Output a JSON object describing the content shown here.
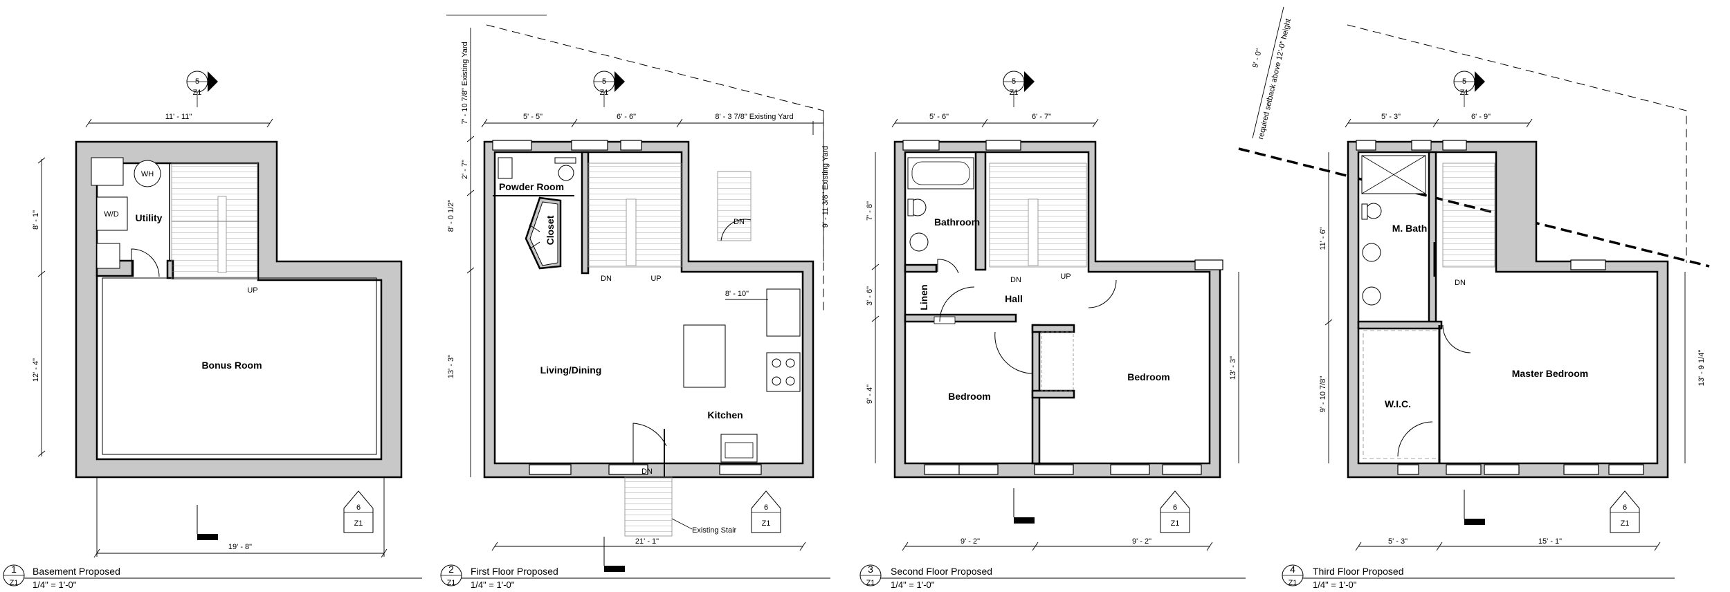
{
  "sheet": {
    "plans": [
      {
        "number": "1",
        "title": "Basement Proposed",
        "scale": "1/4\" = 1'-0\"",
        "sheet_ref": "Z1",
        "rooms": [
          "Utility",
          "Bonus Room"
        ],
        "fixtures": [
          "WH",
          "W/D"
        ],
        "stair_labels": [
          "UP"
        ],
        "dimensions": [
          "11' - 11\"",
          "8' - 1\"",
          "12' - 4\"",
          "19' - 8\""
        ],
        "tags": [
          {
            "num": "5",
            "ref": "Z1"
          },
          {
            "num": "6",
            "ref": "Z1"
          }
        ]
      },
      {
        "number": "2",
        "title": "First Floor Proposed",
        "scale": "1/4\" = 1'-0\"",
        "sheet_ref": "Z1",
        "rooms": [
          "Powder Room",
          "Closet",
          "Living/Dining",
          "Kitchen"
        ],
        "stair_labels": [
          "DN",
          "UP",
          "DN",
          "DN"
        ],
        "notes": [
          "Existing Stair"
        ],
        "dimensions": [
          "7' - 10 7/8\" Existing Yard",
          "5' - 5\"",
          "6' - 6\"",
          "8' - 3 7/8\" Existing Yard",
          "9' - 11 3/8\" Existing Yard",
          "2' - 7\"",
          "8' - 0 1/2\"",
          "13' - 3\"",
          "8' - 10\"",
          "21' - 1\""
        ],
        "tags": [
          {
            "num": "5",
            "ref": "Z1"
          },
          {
            "num": "6",
            "ref": "Z1"
          }
        ]
      },
      {
        "number": "3",
        "title": "Second Floor Proposed",
        "scale": "1/4\" = 1'-0\"",
        "sheet_ref": "Z1",
        "rooms": [
          "Bathroom",
          "Linen",
          "Hall",
          "Bedroom",
          "Bedroom"
        ],
        "stair_labels": [
          "DN",
          "UP"
        ],
        "dimensions": [
          "5' - 6\"",
          "6' - 7\"",
          "7' - 8\"",
          "3' - 6\"",
          "9' - 4\"",
          "13' - 3\"",
          "9' - 2\"",
          "9' - 2\""
        ],
        "tags": [
          {
            "num": "5",
            "ref": "Z1"
          },
          {
            "num": "6",
            "ref": "Z1"
          }
        ]
      },
      {
        "number": "4",
        "title": "Third Floor Proposed",
        "scale": "1/4\" = 1'-0\"",
        "sheet_ref": "Z1",
        "rooms": [
          "M. Bath",
          "W.I.C.",
          "Master Bedroom"
        ],
        "stair_labels": [
          "DN"
        ],
        "notes": [
          "9' - 0\"",
          "required setback above 12'-0\" height"
        ],
        "dimensions": [
          "5' - 3\"",
          "6' - 9\"",
          "11' - 6\"",
          "9' - 10 7/8\"",
          "13' - 9 1/4\"",
          "5' - 3\"",
          "15' - 1\""
        ],
        "tags": [
          {
            "num": "5",
            "ref": "Z1"
          },
          {
            "num": "6",
            "ref": "Z1"
          }
        ]
      }
    ]
  }
}
